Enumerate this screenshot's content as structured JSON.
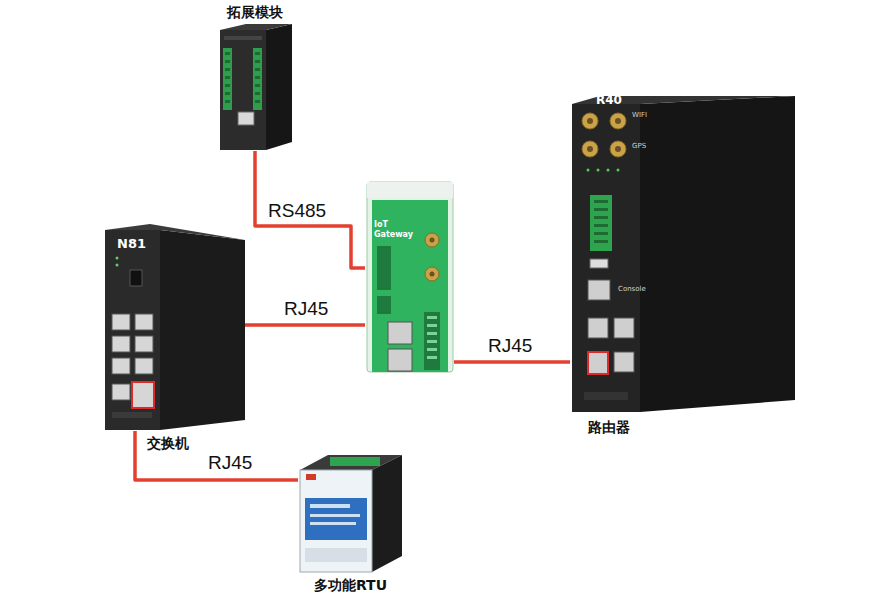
{
  "diagram": {
    "nodes": [
      {
        "text": [
          "拓展模块"
        ]
      },
      {
        "text": [
          "N81",
          "交换机"
        ]
      },
      {
        "text": [
          "IoT Gateway"
        ]
      },
      {
        "text": [
          "R40",
          "路由器"
        ]
      },
      {
        "text": [
          "多功能RTU"
        ]
      }
    ],
    "edges": [
      {
        "from": 0,
        "to": 2,
        "label": "RS485",
        "arrow": "none"
      },
      {
        "from": 1,
        "to": 2,
        "label": "RJ45",
        "arrow": "none"
      },
      {
        "from": 2,
        "to": 3,
        "label": "RJ45",
        "arrow": "none"
      },
      {
        "from": 1,
        "to": 4,
        "label": "RJ45",
        "arrow": "none"
      }
    ],
    "labels": [
      "WIFI",
      "GPS",
      "Console"
    ]
  }
}
